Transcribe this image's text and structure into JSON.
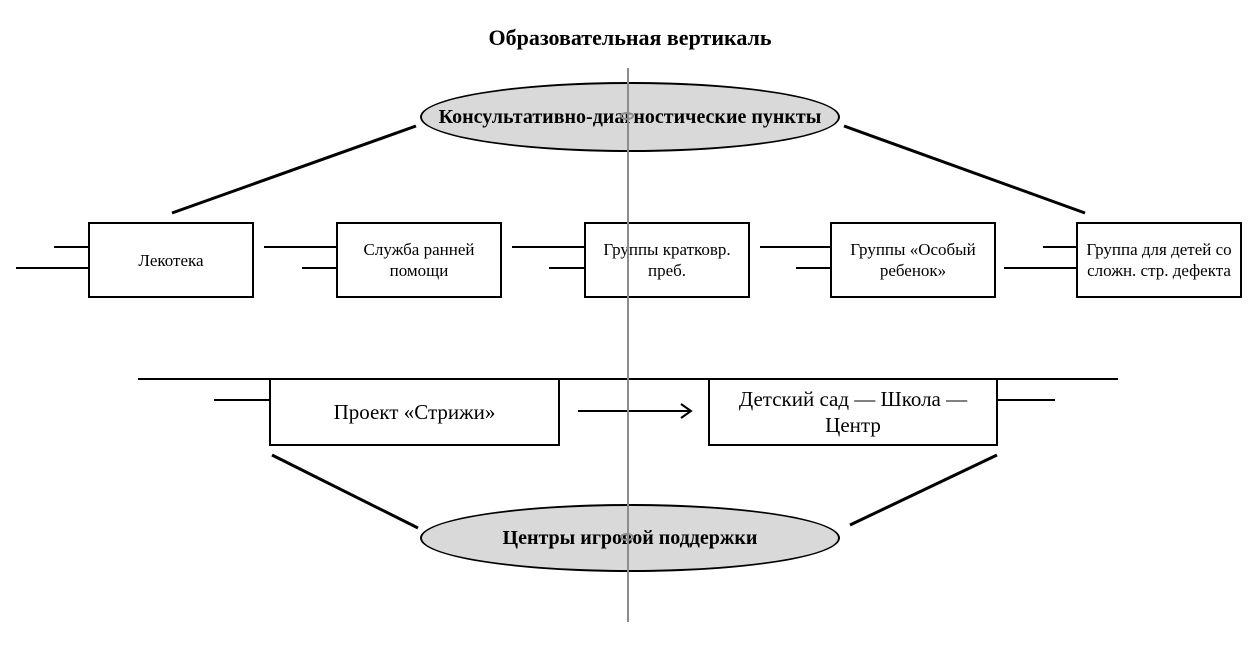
{
  "title": "Образовательная вертикаль",
  "top_node": {
    "label": "Консультативно-диагностические пункты",
    "fill": "#d9d9d9"
  },
  "middle_boxes": [
    {
      "label": "Лекотека"
    },
    {
      "label": "Служба ранней помощи"
    },
    {
      "label": "Группы кратковр. преб."
    },
    {
      "label": "Группы «Особый ребенок»"
    },
    {
      "label": "Группа для детей со сложн. стр. дефекта"
    }
  ],
  "lower_boxes": [
    {
      "label": "Проект «Стрижи»"
    },
    {
      "label": "Детский сад — Школа — Центр"
    }
  ],
  "bottom_node": {
    "label": "Центры игровой поддержки",
    "fill": "#d9d9d9"
  },
  "colors": {
    "axis": "#8c8c8c",
    "lines": "#000000",
    "ellipse_fill": "#d9d9d9"
  }
}
